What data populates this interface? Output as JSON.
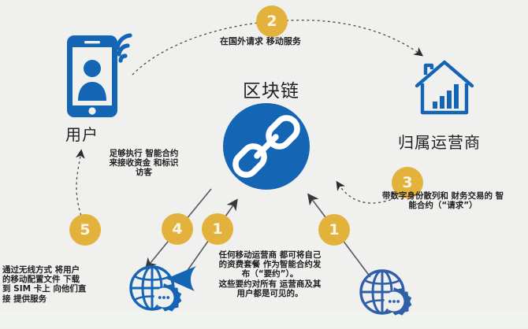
{
  "diagram": {
    "title_center": "区块链",
    "background_color": "#f0f0ee",
    "accent_blue": "#1565b5",
    "accent_gold": "#e2b23c",
    "icon_blue_dark": "#2f5fa8"
  },
  "nodes": {
    "user": {
      "label": "用户",
      "icon": "mobile-phone-user-icon"
    },
    "home_operator": {
      "label": "归属运营商",
      "icon": "house-signal-icon"
    },
    "blockchain": {
      "label": "区块链",
      "icon": "chain-link-icon"
    },
    "visited_operator_left": {
      "icon": "globe-gear-icon"
    },
    "visited_operator_right": {
      "icon": "globe-gear-icon"
    }
  },
  "steps": [
    {
      "number": "1",
      "id": "step-1-left",
      "text": "任何移动运营商 都可将自己\n的资费套餐 作为智能合约发\n布（“要约”）。\n这些要约对所有 运营商及其\n用户都是可见的。"
    },
    {
      "number": "1",
      "id": "step-1-right",
      "text": ""
    },
    {
      "number": "2",
      "id": "step-2",
      "text": "在国外请求 移动服务"
    },
    {
      "number": "3",
      "id": "step-3",
      "text": "带数字身份散列和 财务交易的 智\n能合约（“请求”）"
    },
    {
      "number": "4",
      "id": "step-4",
      "text": "足够执行 智能合约\n来接收资金 和标识\n访客"
    },
    {
      "number": "5",
      "id": "step-5",
      "text": "通过无线方式 将用户\n的移动配置文件 下载\n到 SIM 卡上 向他们直\n接 提供服务"
    }
  ]
}
